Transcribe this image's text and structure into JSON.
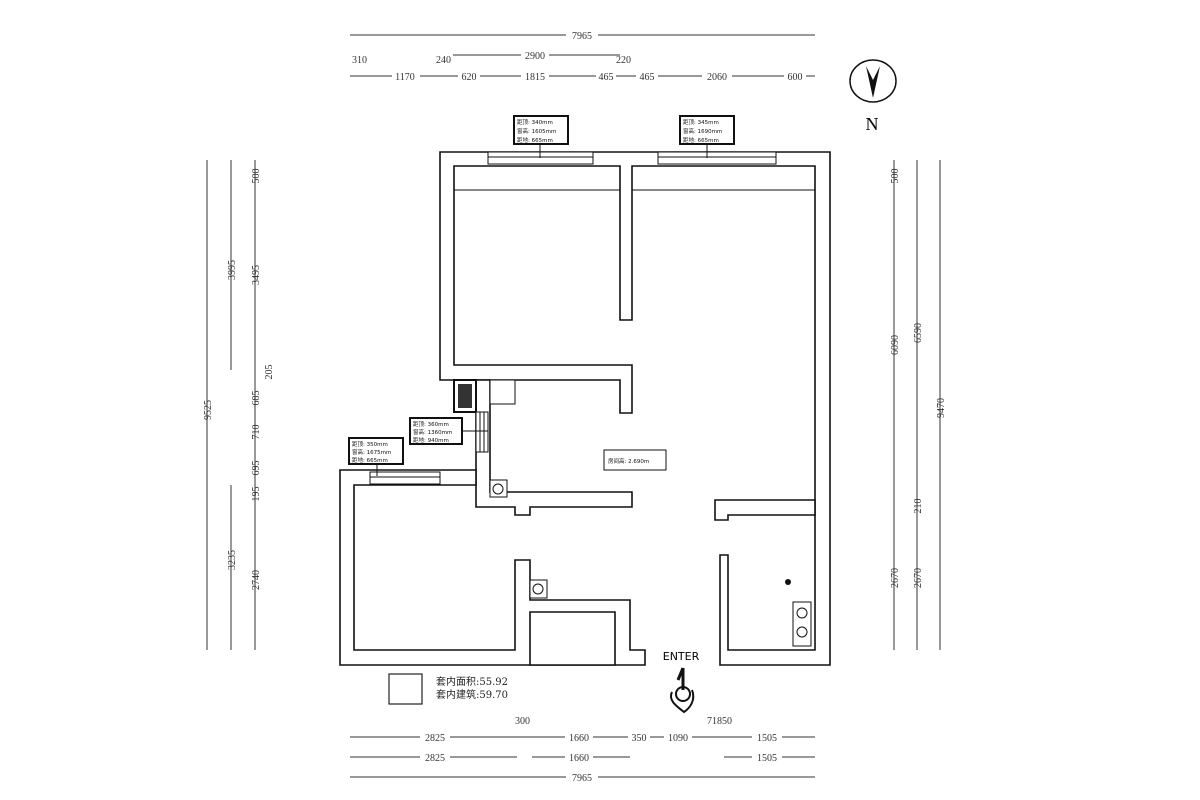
{
  "compass": {
    "label": "N"
  },
  "top_dims": {
    "total": "7965",
    "span": "2900",
    "a310": "310",
    "a240": "240",
    "a220": "220",
    "segments": [
      "1170",
      "620",
      "1815",
      "465",
      "465",
      "2060",
      "600"
    ]
  },
  "left_dims": {
    "total": "9525",
    "outer": [
      "3995",
      "3235"
    ],
    "inner": [
      "500",
      "3495",
      "685",
      "710",
      "695",
      "195",
      "2740"
    ],
    "note": "205"
  },
  "right_dims": {
    "total": "9470",
    "col1": [
      "500",
      "6090",
      "2670"
    ],
    "col2": [
      "6590",
      "210",
      "2670"
    ]
  },
  "bottom_dims": {
    "row1": [
      "2825",
      "1660",
      "350",
      "1090",
      "1505"
    ],
    "labels": [
      "300",
      "71850"
    ],
    "row2": [
      "2825",
      "1660",
      "1505"
    ],
    "total": "7965"
  },
  "windows": [
    [
      "距顶: 340mm",
      "窗高: 1605mm",
      "距地: 665mm"
    ],
    [
      "距顶: 345mm",
      "窗高: 1690mm",
      "距地: 665mm"
    ],
    [
      "距顶: 360mm",
      "窗高: 1360mm",
      "距地: 940mm"
    ],
    [
      "距顶: 350mm",
      "窗高: 1675mm",
      "距地: 665mm"
    ]
  ],
  "room_height": "房间高: 2.690m",
  "entrance": {
    "label": "ENTER"
  },
  "legend": {
    "inner_area": "套内面积:55.92",
    "building_area": "套内建筑:59.70"
  }
}
